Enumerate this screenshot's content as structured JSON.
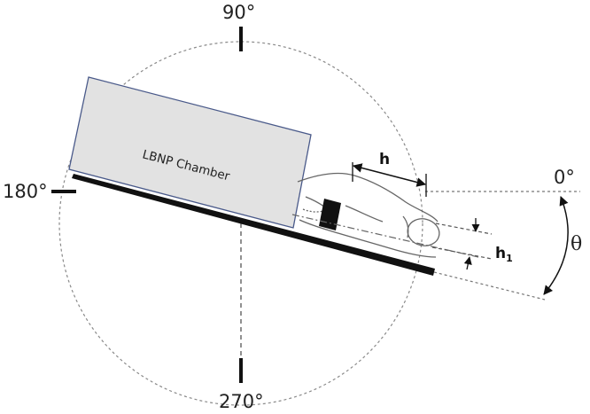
{
  "angles": {
    "top": "90°",
    "left": "180°",
    "right": "0°",
    "bottom": "270°"
  },
  "chamber_label": "LBNP Chamber",
  "dimensions": {
    "h": "h",
    "h1_base": "h",
    "h1_sub": "1",
    "theta": "θ"
  },
  "colors": {
    "chamber_fill": "#e2e2e2",
    "chamber_stroke": "#4a5a8a",
    "board": "#111111",
    "dashed": "#777777"
  }
}
